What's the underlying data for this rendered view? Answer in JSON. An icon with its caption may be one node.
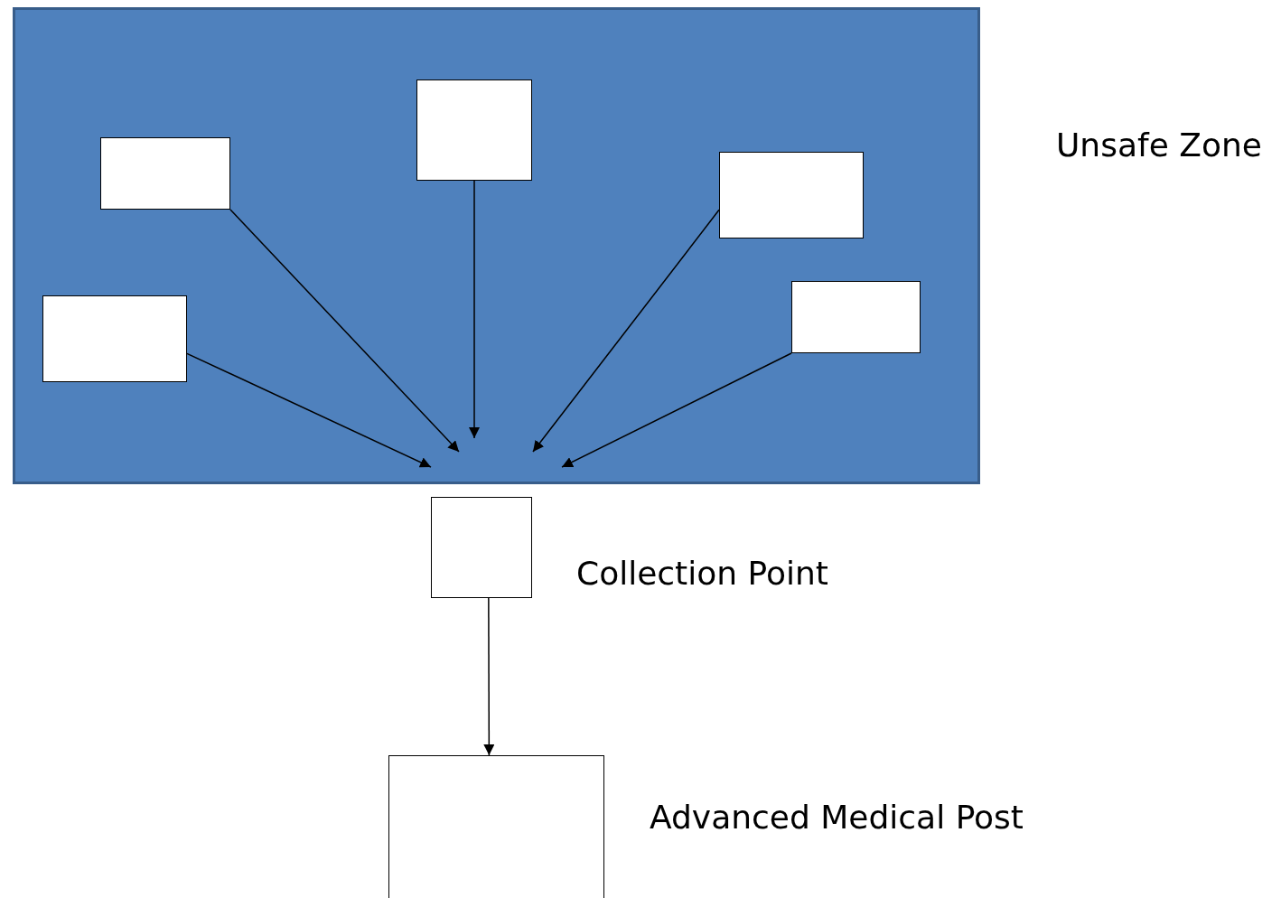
{
  "diagram": {
    "nodes": [
      {
        "text": [
          "Unsafe Zone"
        ]
      },
      {
        "text": [],
        "shape": "box",
        "in": 0
      },
      {
        "text": [],
        "shape": "box",
        "in": 0
      },
      {
        "text": [],
        "shape": "box",
        "in": 0
      },
      {
        "text": [],
        "shape": "box",
        "in": 0
      },
      {
        "text": [],
        "shape": "box",
        "in": 0
      },
      {
        "text": [
          "Collection Point"
        ]
      },
      {
        "text": [
          "Advanced Medical Post"
        ]
      }
    ],
    "edges": [
      {
        "from": 1,
        "to": null,
        "arrow": "to"
      },
      {
        "from": 2,
        "to": null,
        "arrow": "to"
      },
      {
        "from": 3,
        "to": null,
        "arrow": "to"
      },
      {
        "from": 4,
        "to": null,
        "arrow": "to"
      },
      {
        "from": 5,
        "to": null,
        "arrow": "to"
      },
      {
        "from": 6,
        "to": 7,
        "arrow": "to"
      }
    ]
  }
}
